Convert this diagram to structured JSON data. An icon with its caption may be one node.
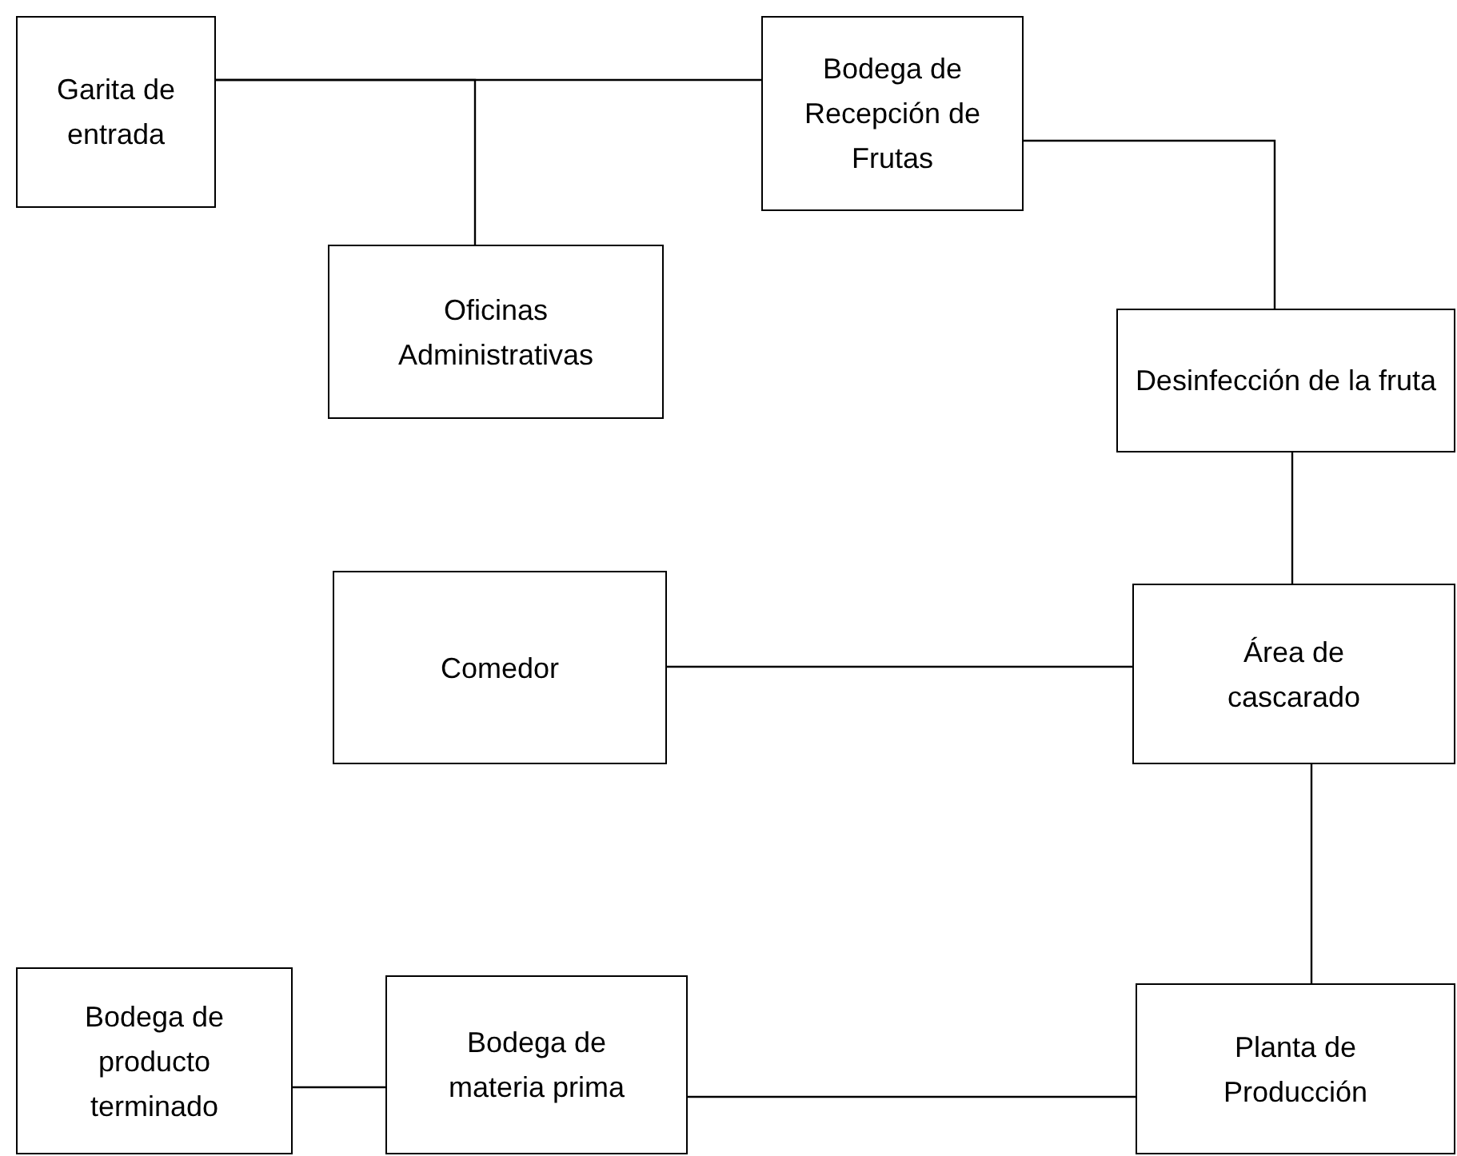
{
  "diagram": {
    "nodes": [
      {
        "text": [
          "Garita de entrada"
        ]
      },
      {
        "text": [
          "Bodega de Recepción de Frutas"
        ]
      },
      {
        "text": [
          "Oficinas Administrativas"
        ]
      },
      {
        "text": [
          "Desinfección de la fruta"
        ]
      },
      {
        "text": [
          "Comedor"
        ]
      },
      {
        "text": [
          "Área de cascarado"
        ]
      },
      {
        "text": [
          "Bodega de producto terminado"
        ]
      },
      {
        "text": [
          "Bodega de materia prima"
        ]
      },
      {
        "text": [
          "Planta de Producción"
        ]
      }
    ],
    "edges": [
      {
        "from": 0,
        "to": 1,
        "arrow": "none"
      },
      {
        "from": 0,
        "to": 2,
        "arrow": "none"
      },
      {
        "from": 1,
        "to": 3,
        "arrow": "none"
      },
      {
        "from": 3,
        "to": 5,
        "arrow": "none"
      },
      {
        "from": 4,
        "to": 5,
        "arrow": "none"
      },
      {
        "from": 5,
        "to": 8,
        "arrow": "none"
      },
      {
        "from": 7,
        "to": 8,
        "arrow": "none"
      },
      {
        "from": 6,
        "to": 7,
        "arrow": "none"
      }
    ]
  }
}
